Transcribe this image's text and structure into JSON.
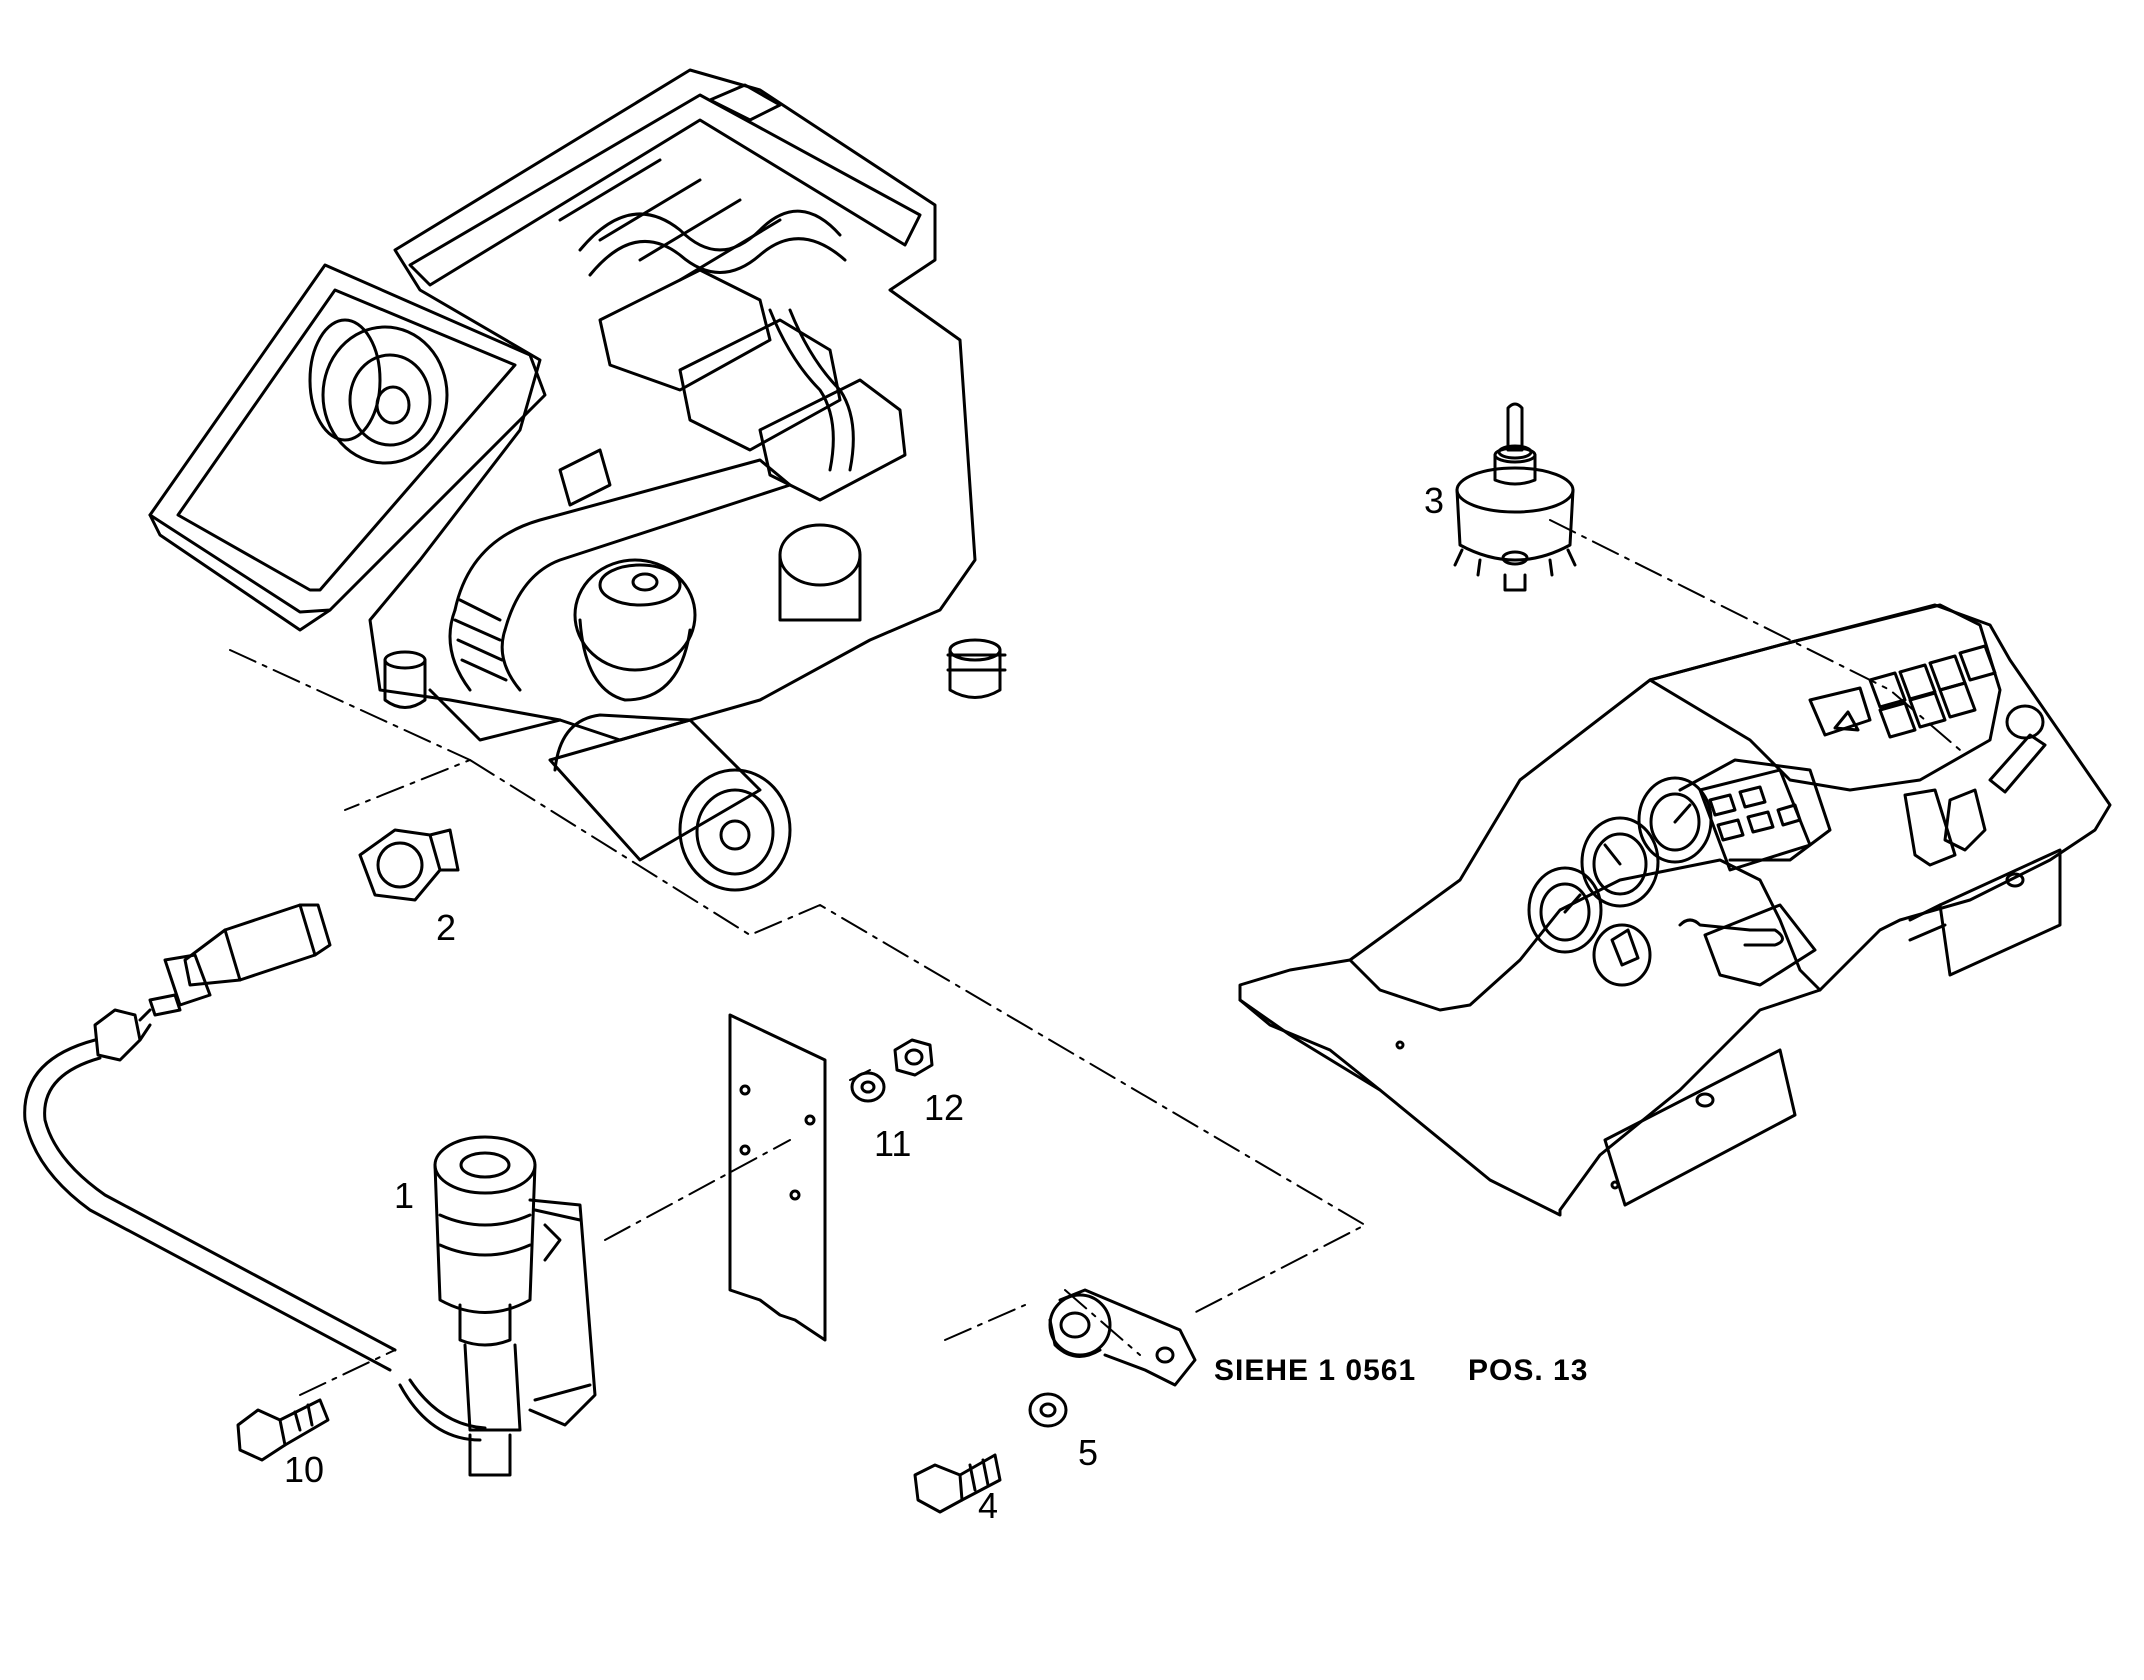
{
  "callouts": {
    "p1": "1",
    "p2": "2",
    "p3": "3",
    "p4": "4",
    "p5": "5",
    "p10": "10",
    "p11": "11",
    "p12": "12"
  },
  "reference": {
    "see": "SIEHE 1 0561",
    "pos": "POS. 13"
  }
}
